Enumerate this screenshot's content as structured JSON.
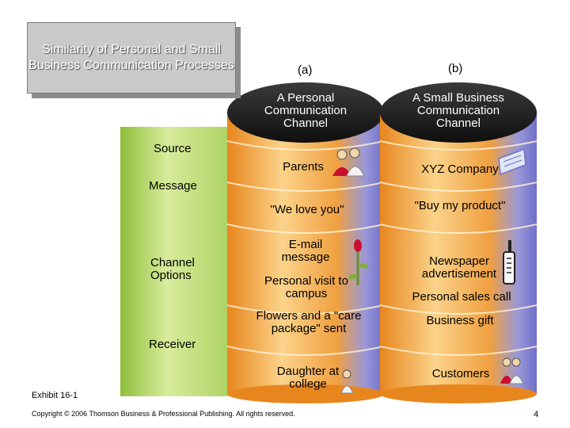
{
  "title": "Similarity of Personal and Small Business Communication Processes",
  "columns": {
    "a": {
      "tag": "(a)",
      "header": "A Personal Communication Channel",
      "source": "Parents",
      "message": "\"We love you\"",
      "channel_1": "E-mail message",
      "channel_2": "Personal visit to campus",
      "channel_3": "Flowers and a \"care package\" sent",
      "receiver": "Daughter at college"
    },
    "b": {
      "tag": "(b)",
      "header": "A Small Business Communication Channel",
      "source": "XYZ Company",
      "message": "\"Buy my product\"",
      "channel_1": "Newspaper advertisement",
      "channel_2": "Personal sales call",
      "channel_3": "Business gift",
      "receiver": "Customers"
    }
  },
  "row_labels": {
    "source": "Source",
    "message": "Message",
    "channel": "Channel Options",
    "receiver": "Receiver"
  },
  "exhibit": "Exhibit 16-1",
  "copyright": "Copyright © 2006 Thomson Business & Professional Publishing. All rights reserved.",
  "page_number": "4",
  "colors": {
    "cylinder_orange": "#f0a040",
    "cylinder_gold": "#f7d07a",
    "band_green": "#b6d66a",
    "cap_dark": "#222222",
    "accent_blue": "#6f6fc8"
  }
}
